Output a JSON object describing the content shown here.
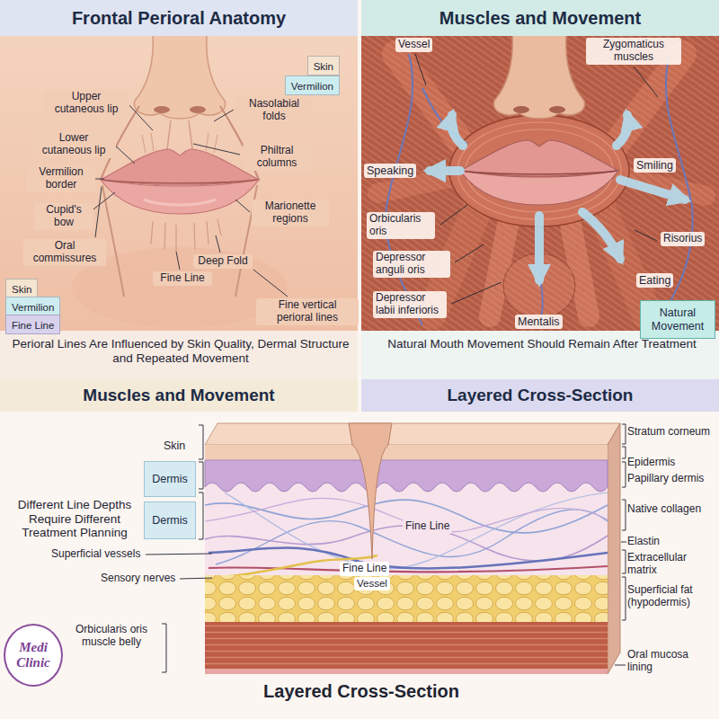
{
  "diagram": {
    "nodes": [
      {
        "text": [
          "Frontal Perioral Anatomy"
        ]
      },
      {
        "text": [
          "Muscles and Movement"
        ]
      },
      {
        "text": [
          "Natural Movement"
        ]
      },
      {
        "text": [
          "Muscles and Movement"
        ]
      },
      {
        "text": [
          "Layered Cross-Section"
        ]
      },
      {
        "text": [
          "Dermis"
        ]
      },
      {
        "text": [
          "Dermis"
        ]
      },
      {
        "text": [
          "Medi Clinic"
        ]
      }
    ],
    "labels": [
      "Upper cutaneous lip",
      "Lower cutaneous lip",
      "Vermilion border",
      "Cupid's bow",
      "Oral commissures",
      "Fine Line",
      "Deep Fold",
      "Nasolabial folds",
      "Philtral columns",
      "Marionette regions",
      "Fine vertical perioral lines",
      "Perioral Lines Are Influenced by Skin Quality, Dermal Structure and Repeated Movement",
      "Vessel",
      "Zygomaticus muscles",
      "Speaking",
      "Smiling",
      "Orbicularis oris",
      "Risorius",
      "Depressor anguli oris",
      "Eating",
      "Depressor labii inferioris",
      "Mentalis",
      "Natural Mouth Movement Should Remain After Treatment",
      "Skin",
      "Different Line Depths Require Different Treatment Planning",
      "Fine Line",
      "Fine Line",
      "Vessel",
      "Superficial vessels",
      "Sensory nerves",
      "Orbicularis oris muscle belly",
      "Stratum corneum",
      "Epidermis",
      "Papillary dermis",
      "Native collagen",
      "Elastin",
      "Extracellular matrix",
      "Superficial fat (hypodermis)",
      "Oral mucosa lining",
      "Layered Cross-Section"
    ],
    "legend": [
      {
        "text": "Skin",
        "color": "#f4e4d0"
      },
      {
        "text": "Vermilion",
        "color": "#cdecef"
      },
      {
        "text": "Skin",
        "color": "#f4e4d0"
      },
      {
        "text": "Vermilion",
        "color": "#cdecef"
      },
      {
        "text": "Fine Line",
        "color": "#d8d2ee"
      }
    ]
  }
}
